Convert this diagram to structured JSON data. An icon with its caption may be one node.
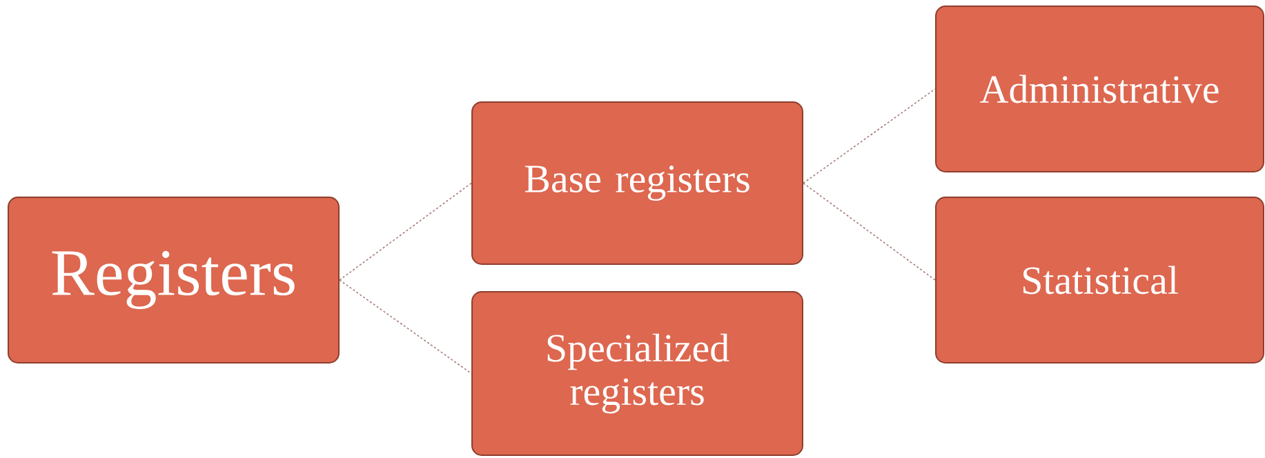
{
  "diagram": {
    "nodes": [
      {
        "text": [
          "Registers"
        ]
      },
      {
        "text": [
          "Base registers"
        ]
      },
      {
        "text": [
          "Specialized registers"
        ]
      },
      {
        "text": [
          "Administrative"
        ]
      },
      {
        "text": [
          "Statistical"
        ]
      }
    ],
    "edges": [
      {
        "from": 0,
        "to": 1,
        "arrow": "none",
        "style": "dashed"
      },
      {
        "from": 0,
        "to": 2,
        "arrow": "none",
        "style": "dashed"
      },
      {
        "from": 1,
        "to": 3,
        "arrow": "none",
        "style": "dashed"
      },
      {
        "from": 1,
        "to": 4,
        "arrow": "none",
        "style": "dashed"
      }
    ]
  }
}
